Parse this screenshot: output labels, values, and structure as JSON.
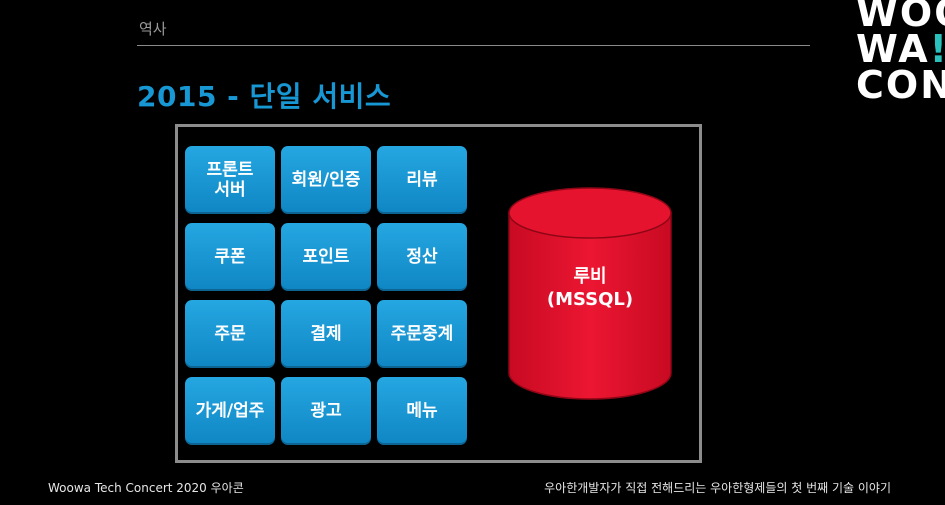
{
  "header": {
    "section_label": "역사",
    "title": "2015 - 단일 서비스"
  },
  "logo": {
    "lines": [
      "WOO",
      "WA",
      "!",
      "CON"
    ]
  },
  "diagram": {
    "modules": [
      {
        "label": "프론트\n서버"
      },
      {
        "label": "회원/인증"
      },
      {
        "label": "리뷰"
      },
      {
        "label": "쿠폰"
      },
      {
        "label": "포인트"
      },
      {
        "label": "정산"
      },
      {
        "label": "주문"
      },
      {
        "label": "결제"
      },
      {
        "label": "주문중계"
      },
      {
        "label": "가게/업주"
      },
      {
        "label": "광고"
      },
      {
        "label": "메뉴"
      }
    ],
    "database": {
      "label": "루비\n(MSSQL)"
    },
    "colors": {
      "module": "#1a9ad6",
      "database": "#e30f2a",
      "frame": "#8c8c8c"
    }
  },
  "footer": {
    "left": "Woowa Tech Concert  2020 우아콘",
    "right": "우아한개발자가 직접 전해드리는 우아한형제들의 첫 번째 기술 이야기"
  }
}
